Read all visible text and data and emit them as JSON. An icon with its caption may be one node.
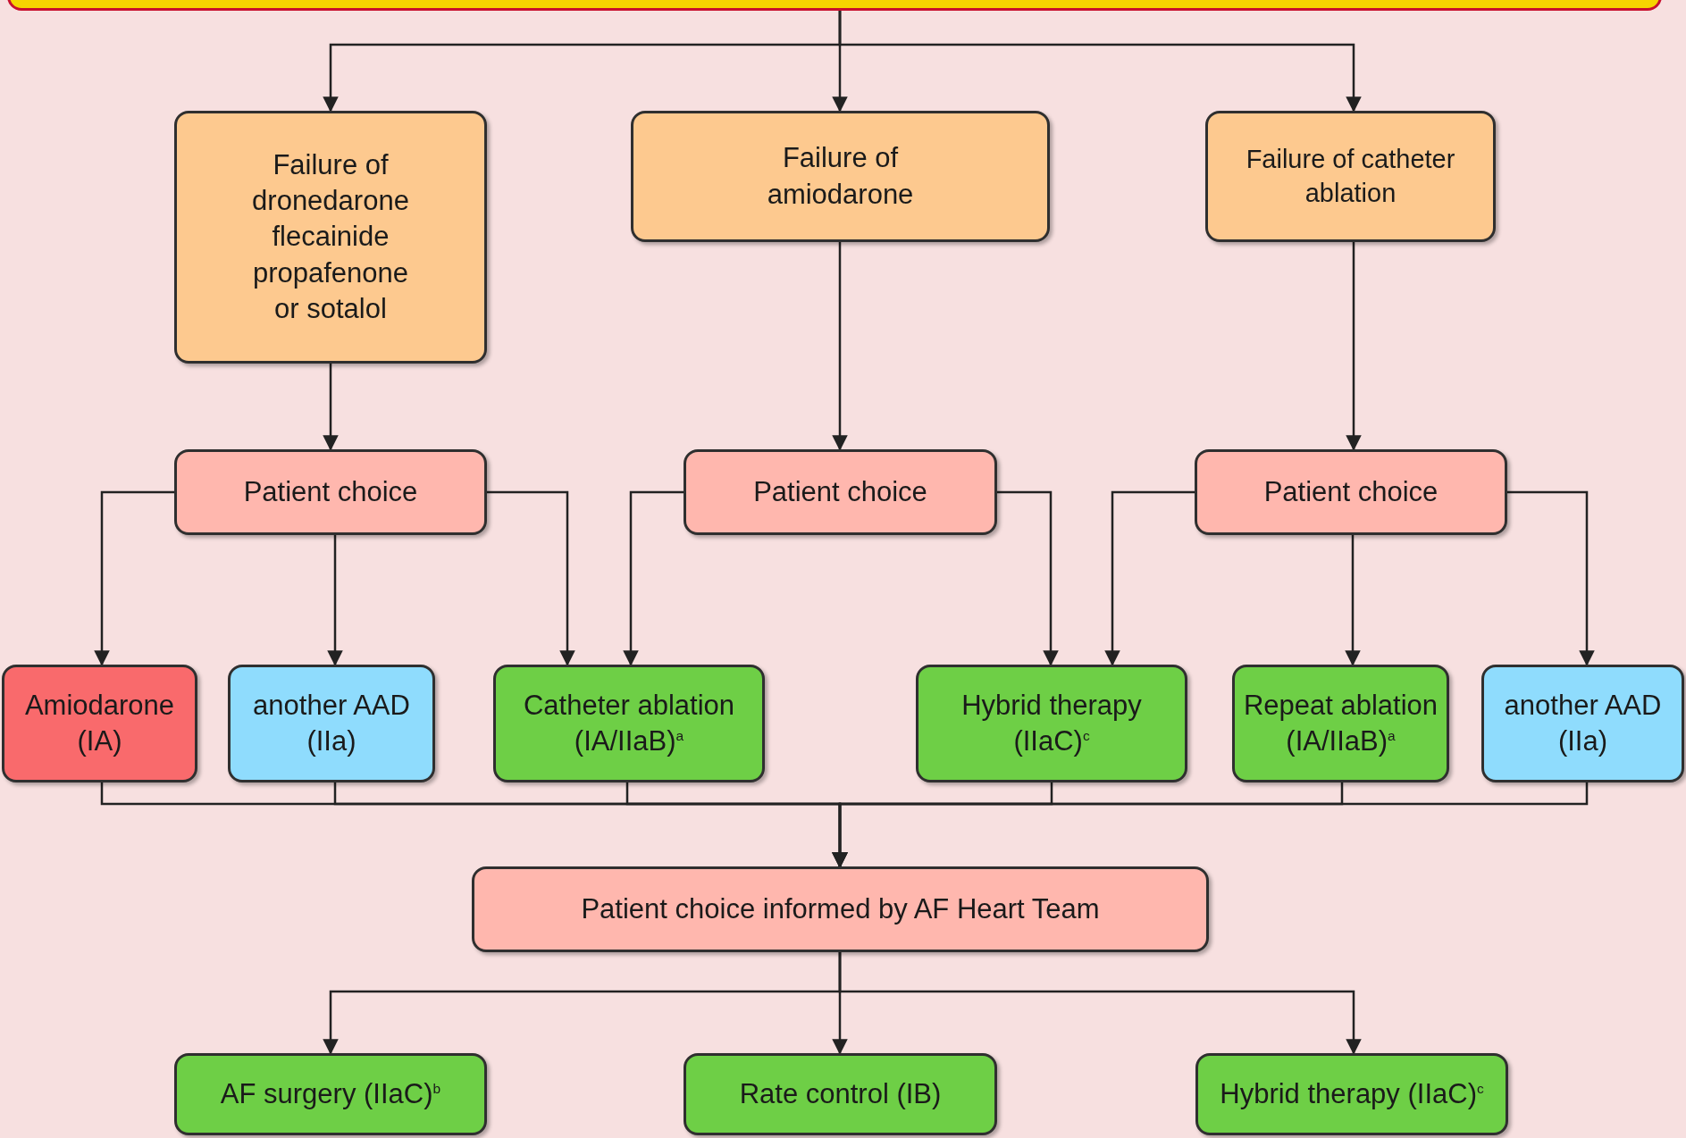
{
  "diagram": {
    "nodes": [
      {
        "text": [],
        "shape": "box"
      },
      {
        "text": [
          "Failure of dronedarone flecainide propafenone or sotalol"
        ]
      },
      {
        "text": [
          "Failure of amiodarone"
        ]
      },
      {
        "text": [
          "Failure of catheter ablation"
        ]
      },
      {
        "text": [
          "Patient choice"
        ]
      },
      {
        "text": [
          "Patient choice"
        ]
      },
      {
        "text": [
          "Patient choice"
        ]
      },
      {
        "text": [
          "Amiodarone (IA)"
        ]
      },
      {
        "text": [
          "another AAD (IIa)"
        ]
      },
      {
        "text": [
          "Catheter ablation (IA/IIaB)$^{a}$"
        ]
      },
      {
        "text": [
          "Hybrid therapy (IIaC)$^{c}$"
        ]
      },
      {
        "text": [
          "Repeat ablation (IA/IIaB)$^{a}$"
        ]
      },
      {
        "text": [
          "another AAD (IIa)"
        ]
      },
      {
        "text": [
          "Patient choice informed by AF Heart Team"
        ]
      },
      {
        "text": [
          "AF surgery (IIaC)$^{b}$"
        ]
      },
      {
        "text": [
          "Rate control (IB)"
        ]
      },
      {
        "text": [
          "Hybrid therapy (IIaC)$^{c}$"
        ]
      }
    ],
    "edges": [
      {
        "from": 0,
        "to": 1,
        "arrow": "to"
      },
      {
        "from": 0,
        "to": 2,
        "arrow": "to"
      },
      {
        "from": 0,
        "to": 3,
        "arrow": "to"
      },
      {
        "from": 1,
        "to": 4,
        "arrow": "to"
      },
      {
        "from": 2,
        "to": 5,
        "arrow": "to"
      },
      {
        "from": 3,
        "to": 6,
        "arrow": "to"
      },
      {
        "from": 4,
        "to": 7,
        "arrow": "to"
      },
      {
        "from": 4,
        "to": 8,
        "arrow": "to"
      },
      {
        "from": 4,
        "to": 9,
        "arrow": "to"
      },
      {
        "from": 5,
        "to": 9,
        "arrow": "to"
      },
      {
        "from": 5,
        "to": 10,
        "arrow": "to"
      },
      {
        "from": 6,
        "to": 10,
        "arrow": "to"
      },
      {
        "from": 6,
        "to": 11,
        "arrow": "to"
      },
      {
        "from": 6,
        "to": 12,
        "arrow": "to"
      },
      {
        "from": 7,
        "to": 13,
        "arrow": "to"
      },
      {
        "from": 8,
        "to": 13,
        "arrow": "to"
      },
      {
        "from": 9,
        "to": 13,
        "arrow": "to"
      },
      {
        "from": 10,
        "to": 13,
        "arrow": "to"
      },
      {
        "from": 11,
        "to": 13,
        "arrow": "to"
      },
      {
        "from": 12,
        "to": 13,
        "arrow": "to"
      },
      {
        "from": 13,
        "to": 14,
        "arrow": "to"
      },
      {
        "from": 13,
        "to": 15,
        "arrow": "to"
      },
      {
        "from": 13,
        "to": 16,
        "arrow": "to"
      }
    ]
  }
}
